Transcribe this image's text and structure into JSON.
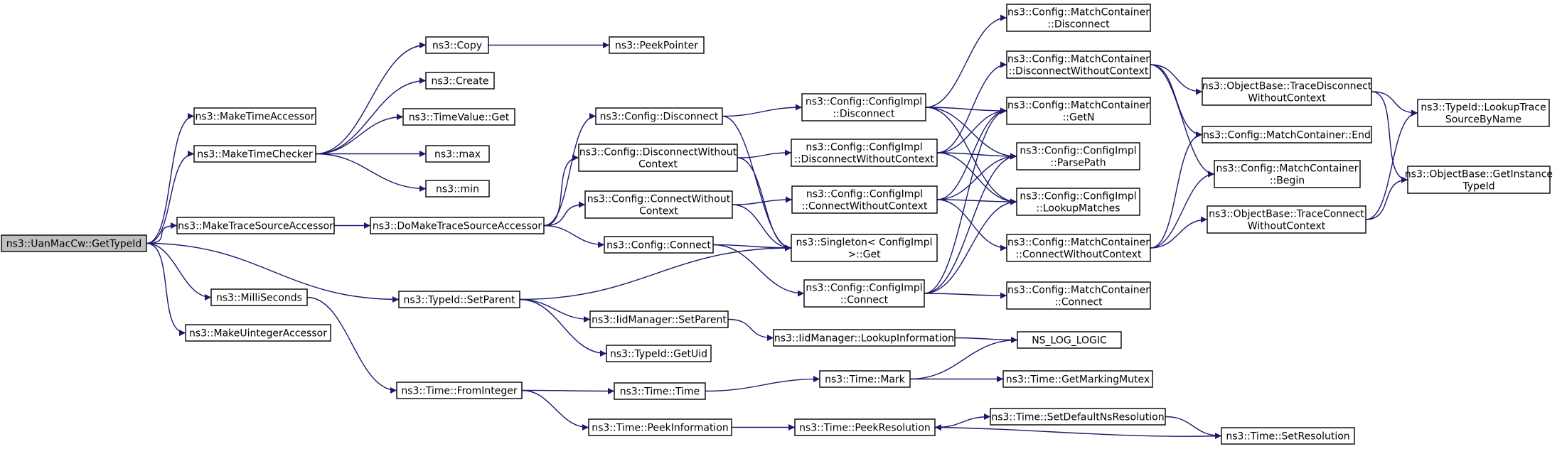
{
  "diagram": {
    "type": "call-graph",
    "colors": {
      "edge": "#191970",
      "root_fill": "#bfbfbf",
      "node_fill": "#ffffff",
      "border": "#000000"
    },
    "nodes": [
      {
        "id": "getTypeId",
        "lines": [
          "ns3::UanMacCw::GetTypeId"
        ],
        "root": true
      },
      {
        "id": "makeTimeAccessor",
        "lines": [
          "ns3::MakeTimeAccessor"
        ]
      },
      {
        "id": "makeTimeChecker",
        "lines": [
          "ns3::MakeTimeChecker"
        ]
      },
      {
        "id": "makeTraceSourceAccessor",
        "lines": [
          "ns3::MakeTraceSourceAccessor"
        ]
      },
      {
        "id": "milliSeconds",
        "lines": [
          "ns3::MilliSeconds"
        ]
      },
      {
        "id": "makeUintegerAccessor",
        "lines": [
          "ns3::MakeUintegerAccessor"
        ]
      },
      {
        "id": "setParent",
        "lines": [
          "ns3::TypeId::SetParent"
        ]
      },
      {
        "id": "copy",
        "lines": [
          "ns3::Copy"
        ]
      },
      {
        "id": "peekPointer",
        "lines": [
          "ns3::PeekPointer"
        ]
      },
      {
        "id": "create",
        "lines": [
          "ns3::Create"
        ]
      },
      {
        "id": "timeValueGet",
        "lines": [
          "ns3::TimeValue::Get"
        ]
      },
      {
        "id": "max",
        "lines": [
          "ns3::max"
        ]
      },
      {
        "id": "min",
        "lines": [
          "ns3::min"
        ]
      },
      {
        "id": "doMakeTraceSourceAccessor",
        "lines": [
          "ns3::DoMakeTraceSourceAccessor"
        ]
      },
      {
        "id": "configDisconnect",
        "lines": [
          "ns3::Config::Disconnect"
        ]
      },
      {
        "id": "configDisconnectWithoutContext",
        "lines": [
          "ns3::Config::DisconnectWithout",
          "Context"
        ]
      },
      {
        "id": "configConnectWithoutContext",
        "lines": [
          "ns3::Config::ConnectWithout",
          "Context"
        ]
      },
      {
        "id": "configConnect",
        "lines": [
          "ns3::Config::Connect"
        ]
      },
      {
        "id": "implDisconnect",
        "lines": [
          "ns3::Config::ConfigImpl",
          "::Disconnect"
        ]
      },
      {
        "id": "implDisconnectWithoutContext",
        "lines": [
          "ns3::Config::ConfigImpl",
          "::DisconnectWithoutContext"
        ]
      },
      {
        "id": "implConnectWithoutContext",
        "lines": [
          "ns3::Config::ConfigImpl",
          "::ConnectWithoutContext"
        ]
      },
      {
        "id": "singletonGet",
        "lines": [
          "ns3::Singleton< ConfigImpl",
          ">::Get"
        ]
      },
      {
        "id": "implConnect",
        "lines": [
          "ns3::Config::ConfigImpl",
          "::Connect"
        ]
      },
      {
        "id": "mcDisconnect",
        "lines": [
          "ns3::Config::MatchContainer",
          "::Disconnect"
        ]
      },
      {
        "id": "mcDisconnectWithoutContext",
        "lines": [
          "ns3::Config::MatchContainer",
          "::DisconnectWithoutContext"
        ]
      },
      {
        "id": "mcGetN",
        "lines": [
          "ns3::Config::MatchContainer",
          "::GetN"
        ]
      },
      {
        "id": "parsePath",
        "lines": [
          "ns3::Config::ConfigImpl",
          "::ParsePath"
        ]
      },
      {
        "id": "lookupMatches",
        "lines": [
          "ns3::Config::ConfigImpl",
          "::LookupMatches"
        ]
      },
      {
        "id": "mcConnectWithoutContext",
        "lines": [
          "ns3::Config::MatchContainer",
          "::ConnectWithoutContext"
        ]
      },
      {
        "id": "mcConnect",
        "lines": [
          "ns3::Config::MatchContainer",
          "::Connect"
        ]
      },
      {
        "id": "traceDisconnect",
        "lines": [
          "ns3::ObjectBase::TraceDisconnect",
          "WithoutContext"
        ]
      },
      {
        "id": "mcEnd",
        "lines": [
          "ns3::Config::MatchContainer::End"
        ]
      },
      {
        "id": "mcBegin",
        "lines": [
          "ns3::Config::MatchContainer",
          "::Begin"
        ]
      },
      {
        "id": "traceConnect",
        "lines": [
          "ns3::ObjectBase::TraceConnect",
          "WithoutContext"
        ]
      },
      {
        "id": "lookupTraceSource",
        "lines": [
          "ns3::TypeId::LookupTrace",
          "SourceByName"
        ]
      },
      {
        "id": "getInstanceTypeId",
        "lines": [
          "ns3::ObjectBase::GetInstance",
          "TypeId"
        ]
      },
      {
        "id": "iidSetParent",
        "lines": [
          "ns3::IidManager::SetParent"
        ]
      },
      {
        "id": "typeIdGetUid",
        "lines": [
          "ns3::TypeId::GetUid"
        ]
      },
      {
        "id": "iidLookupInformation",
        "lines": [
          "ns3::IidManager::LookupInformation"
        ]
      },
      {
        "id": "nsLogLogic",
        "lines": [
          "NS_LOG_LOGIC"
        ]
      },
      {
        "id": "fromInteger",
        "lines": [
          "ns3::Time::FromInteger"
        ]
      },
      {
        "id": "timeTime",
        "lines": [
          "ns3::Time::Time"
        ]
      },
      {
        "id": "timeMark",
        "lines": [
          "ns3::Time::Mark"
        ]
      },
      {
        "id": "getMarkingMutex",
        "lines": [
          "ns3::Time::GetMarkingMutex"
        ]
      },
      {
        "id": "peekInformation",
        "lines": [
          "ns3::Time::PeekInformation"
        ]
      },
      {
        "id": "peekResolution",
        "lines": [
          "ns3::Time::PeekResolution"
        ]
      },
      {
        "id": "setDefaultNsResolution",
        "lines": [
          "ns3::Time::SetDefaultNsResolution"
        ]
      },
      {
        "id": "setResolution",
        "lines": [
          "ns3::Time::SetResolution"
        ]
      }
    ],
    "edges": [
      [
        "getTypeId",
        "makeTimeAccessor"
      ],
      [
        "getTypeId",
        "makeTimeChecker"
      ],
      [
        "getTypeId",
        "makeTraceSourceAccessor"
      ],
      [
        "getTypeId",
        "milliSeconds"
      ],
      [
        "getTypeId",
        "makeUintegerAccessor"
      ],
      [
        "getTypeId",
        "setParent"
      ],
      [
        "makeTimeChecker",
        "copy"
      ],
      [
        "makeTimeChecker",
        "create"
      ],
      [
        "makeTimeChecker",
        "timeValueGet"
      ],
      [
        "makeTimeChecker",
        "max"
      ],
      [
        "makeTimeChecker",
        "min"
      ],
      [
        "copy",
        "peekPointer"
      ],
      [
        "makeTraceSourceAccessor",
        "doMakeTraceSourceAccessor"
      ],
      [
        "doMakeTraceSourceAccessor",
        "configDisconnect"
      ],
      [
        "doMakeTraceSourceAccessor",
        "configDisconnectWithoutContext"
      ],
      [
        "doMakeTraceSourceAccessor",
        "configConnectWithoutContext"
      ],
      [
        "doMakeTraceSourceAccessor",
        "configConnect"
      ],
      [
        "configDisconnect",
        "implDisconnect"
      ],
      [
        "configDisconnect",
        "singletonGet"
      ],
      [
        "configDisconnectWithoutContext",
        "implDisconnectWithoutContext"
      ],
      [
        "configDisconnectWithoutContext",
        "singletonGet"
      ],
      [
        "configConnectWithoutContext",
        "implConnectWithoutContext"
      ],
      [
        "configConnectWithoutContext",
        "singletonGet"
      ],
      [
        "configConnect",
        "singletonGet"
      ],
      [
        "configConnect",
        "implConnect"
      ],
      [
        "implDisconnect",
        "mcDisconnect"
      ],
      [
        "implDisconnect",
        "mcGetN"
      ],
      [
        "implDisconnect",
        "parsePath"
      ],
      [
        "implDisconnect",
        "lookupMatches"
      ],
      [
        "implDisconnectWithoutContext",
        "mcDisconnectWithoutContext"
      ],
      [
        "implDisconnectWithoutContext",
        "mcGetN"
      ],
      [
        "implDisconnectWithoutContext",
        "parsePath"
      ],
      [
        "implDisconnectWithoutContext",
        "lookupMatches"
      ],
      [
        "implConnectWithoutContext",
        "mcGetN"
      ],
      [
        "implConnectWithoutContext",
        "parsePath"
      ],
      [
        "implConnectWithoutContext",
        "lookupMatches"
      ],
      [
        "implConnectWithoutContext",
        "mcConnectWithoutContext"
      ],
      [
        "implConnect",
        "mcGetN"
      ],
      [
        "implConnect",
        "parsePath"
      ],
      [
        "implConnect",
        "lookupMatches"
      ],
      [
        "implConnect",
        "mcConnect"
      ],
      [
        "mcDisconnectWithoutContext",
        "traceDisconnect"
      ],
      [
        "mcDisconnectWithoutContext",
        "mcEnd"
      ],
      [
        "mcDisconnectWithoutContext",
        "mcBegin"
      ],
      [
        "mcConnectWithoutContext",
        "mcEnd"
      ],
      [
        "mcConnectWithoutContext",
        "mcBegin"
      ],
      [
        "mcConnectWithoutContext",
        "traceConnect"
      ],
      [
        "traceDisconnect",
        "lookupTraceSource"
      ],
      [
        "traceDisconnect",
        "getInstanceTypeId"
      ],
      [
        "traceConnect",
        "lookupTraceSource"
      ],
      [
        "traceConnect",
        "getInstanceTypeId"
      ],
      [
        "setParent",
        "singletonGet"
      ],
      [
        "setParent",
        "iidSetParent"
      ],
      [
        "setParent",
        "typeIdGetUid"
      ],
      [
        "iidSetParent",
        "iidLookupInformation"
      ],
      [
        "iidLookupInformation",
        "nsLogLogic"
      ],
      [
        "milliSeconds",
        "fromInteger"
      ],
      [
        "fromInteger",
        "timeTime"
      ],
      [
        "fromInteger",
        "peekInformation"
      ],
      [
        "timeTime",
        "timeMark"
      ],
      [
        "timeMark",
        "nsLogLogic"
      ],
      [
        "timeMark",
        "getMarkingMutex"
      ],
      [
        "peekInformation",
        "peekResolution"
      ],
      [
        "peekResolution",
        "setDefaultNsResolution"
      ],
      [
        "setDefaultNsResolution",
        "setResolution"
      ],
      [
        "setResolution",
        "peekResolution"
      ]
    ]
  }
}
